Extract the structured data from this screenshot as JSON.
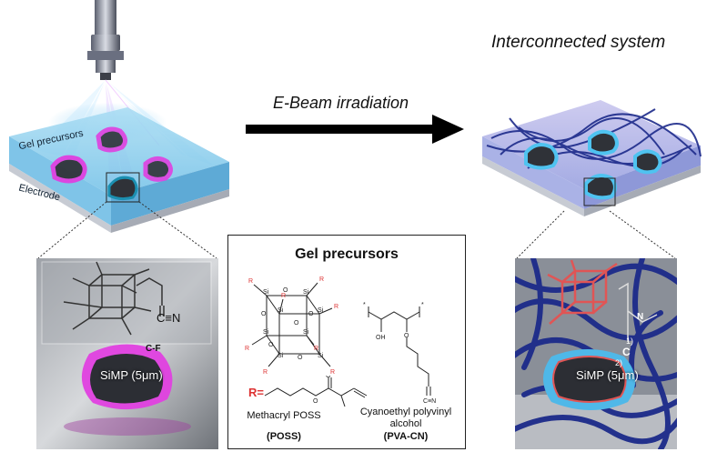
{
  "labels": {
    "title_right": "Interconnected system",
    "arrow_label": "E-Beam irradiation",
    "gel_precursors": "Gel precursors",
    "electrode": "Electrode",
    "simp_left": "SiMP (5μm)",
    "simp_right": "SiMP (5μm)",
    "cf": "C-F",
    "cn": "C≡N",
    "box_title": "Gel precursors",
    "r_eq": "R=",
    "poss_name": "Methacryl POSS",
    "poss_abbr": "(POSS)",
    "pva_name_1": "Cyanoethyl polyvinyl",
    "pva_name_2": "alcohol",
    "pva_abbr": "(PVA-CN)",
    "oh": "OH",
    "cn_small": "C≡N",
    "si": "Si",
    "o": "O",
    "r": "R",
    "n": "N",
    "c": "C",
    "step1": "1)",
    "step2": "2)"
  },
  "colors": {
    "gel": "#8fd0ee",
    "magenta": "#e040e0",
    "network": "#1c2a8a",
    "arrow": "#000000",
    "red": "#d33333"
  }
}
